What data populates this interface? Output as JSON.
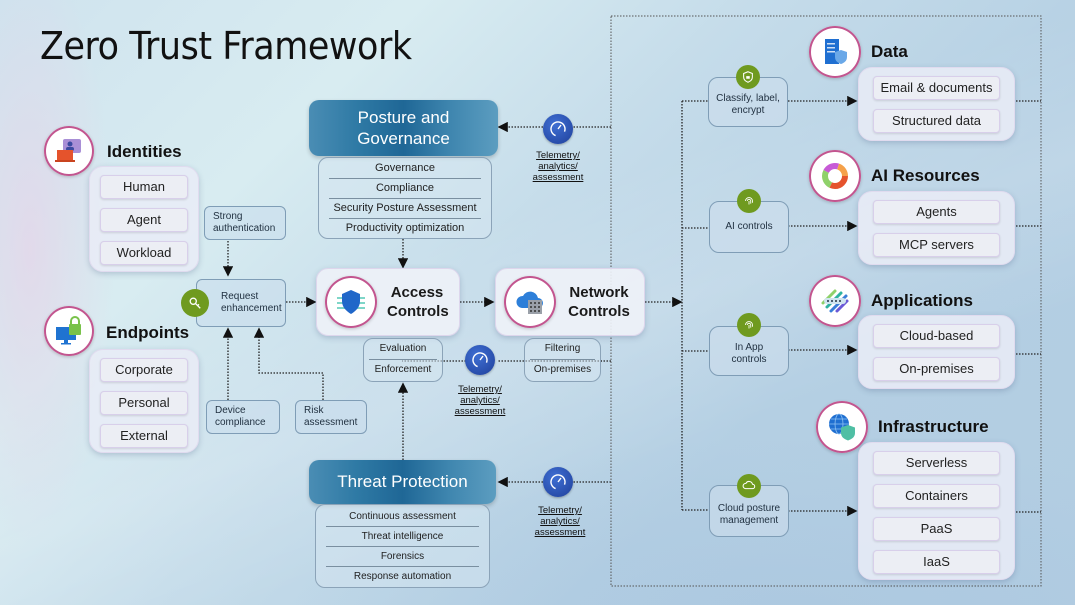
{
  "title": "Zero Trust Framework",
  "identities": {
    "title": "Identities",
    "icon": "identity-card-icon",
    "items": [
      "Human",
      "Agent",
      "Workload"
    ]
  },
  "endpoints": {
    "title": "Endpoints",
    "icon": "monitor-lock-icon",
    "items": [
      "Corporate",
      "Personal",
      "External"
    ]
  },
  "flow_labels": {
    "strong_auth": "Strong authentication",
    "request_enhancement": "Request enhancement",
    "device_compliance": "Device compliance",
    "risk_assessment": "Risk assessment"
  },
  "posture": {
    "title": "Posture and Governance",
    "items": [
      "Governance",
      "Compliance",
      "Security Posture Assessment",
      "Productivity optimization"
    ]
  },
  "threat": {
    "title": "Threat Protection",
    "items": [
      "Continuous assessment",
      "Threat intelligence",
      "Forensics",
      "Response automation"
    ]
  },
  "access_controls": {
    "title": "Access Controls",
    "items": [
      "Evaluation",
      "Enforcement"
    ]
  },
  "network_controls": {
    "title": "Network Controls",
    "items": [
      "Filtering",
      "On-premises"
    ]
  },
  "telemetry_label": "Telemetry/ analytics/ assessment",
  "resource_controls": [
    {
      "label": "Classify, label, encrypt",
      "icon": "shield-lock-icon"
    },
    {
      "label": "AI controls",
      "icon": "fingerprint-icon"
    },
    {
      "label": "In App controls",
      "icon": "fingerprint-icon"
    },
    {
      "label": "Cloud posture management",
      "icon": "cloud-icon"
    }
  ],
  "resources": [
    {
      "title": "Data",
      "icon": "database-shield-icon",
      "items": [
        "Email & documents",
        "Structured data"
      ]
    },
    {
      "title": "AI Resources",
      "icon": "ai-ring-icon",
      "items": [
        "Agents",
        "MCP servers"
      ]
    },
    {
      "title": "Applications",
      "icon": "applications-icon",
      "items": [
        "Cloud-based",
        "On-premises"
      ]
    },
    {
      "title": "Infrastructure",
      "icon": "globe-shield-icon",
      "items": [
        "Serverless",
        "Containers",
        "PaaS",
        "IaaS"
      ]
    }
  ],
  "colors": {
    "banner": "#1f6796",
    "gauge": "#2a4fb5",
    "control_dot": "#6f9a1f",
    "icon_ring": "#c2558f"
  }
}
